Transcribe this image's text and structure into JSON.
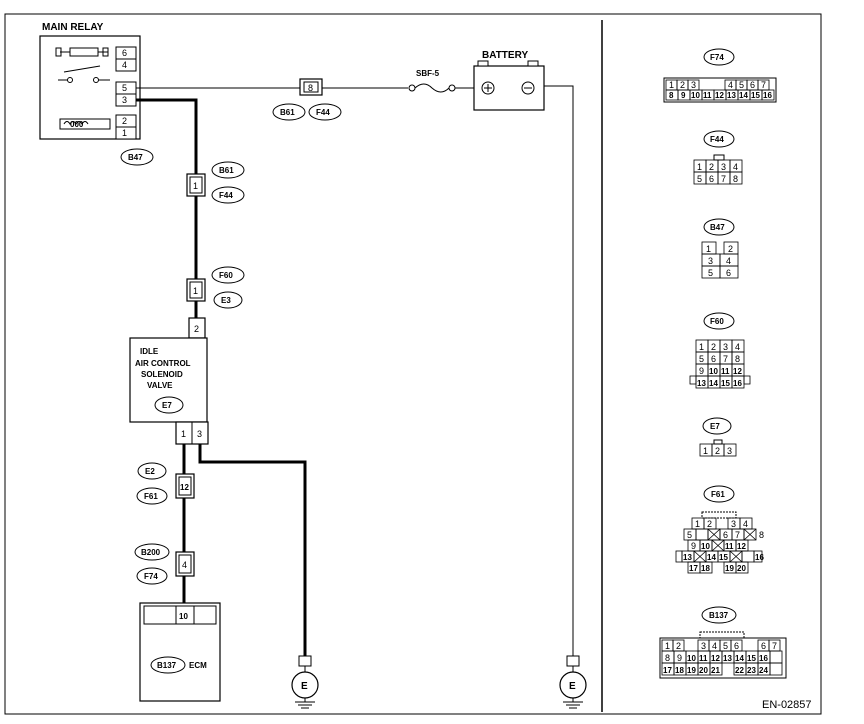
{
  "components": {
    "main_relay": "MAIN RELAY",
    "battery": "BATTERY",
    "fuse": "SBF-5",
    "iac_line1": "IDLE",
    "iac_line2": "AIR CONTROL",
    "iac_line3": "SOLENOID",
    "iac_line4": "VALVE",
    "ecm": "ECM",
    "ground": "E"
  },
  "connector_tags": {
    "b47": "B47",
    "b61_top": "B61",
    "f44_top": "F44",
    "b61_mid": "B61",
    "f44_mid": "F44",
    "f60": "F60",
    "e3": "E3",
    "e7": "E7",
    "e2": "E2",
    "f61": "F61",
    "b200": "B200",
    "f74": "F74",
    "b137": "B137"
  },
  "pins": {
    "relay": [
      "6",
      "4",
      "5",
      "3",
      "2",
      "1"
    ],
    "fuse_conn": "8",
    "b61_f44": "1",
    "f60_e3": "1",
    "iac_in": "2",
    "iac_out_a": "1",
    "iac_out_b": "3",
    "e2_f61": "12",
    "b200_f74": "4",
    "ecm_pin": "10"
  },
  "legend": {
    "f74": {
      "tag": "F74",
      "row1": [
        "1",
        "2",
        "3",
        "",
        "4",
        "5",
        "6",
        "7"
      ],
      "row2": [
        "8",
        "9",
        "10",
        "11",
        "12",
        "13",
        "14",
        "15",
        "16"
      ]
    },
    "f44": {
      "tag": "F44",
      "row1": [
        "1",
        "2",
        "3",
        "4"
      ],
      "row2": [
        "5",
        "6",
        "7",
        "8"
      ]
    },
    "b47": {
      "tag": "B47",
      "rows": [
        [
          "1",
          "2"
        ],
        [
          "3",
          "4"
        ],
        [
          "5",
          "6"
        ]
      ]
    },
    "f60": {
      "tag": "F60",
      "rows": [
        [
          "1",
          "2",
          "3",
          "4"
        ],
        [
          "5",
          "6",
          "7",
          "8"
        ],
        [
          "9",
          "10",
          "11",
          "12"
        ],
        [
          "13",
          "14",
          "15",
          "16"
        ]
      ]
    },
    "e7": {
      "tag": "E7",
      "row1": [
        "1",
        "2",
        "3"
      ]
    },
    "f61": {
      "tag": "F61",
      "rows": [
        [
          "1",
          "2",
          "",
          "3",
          "4"
        ],
        [
          "5",
          "",
          "6",
          "7",
          "",
          "8"
        ],
        [
          "9",
          "10",
          "",
          "11",
          "12"
        ],
        [
          "13",
          "",
          "14",
          "15",
          "",
          "16"
        ],
        [
          "17",
          "18",
          "",
          "19",
          "20"
        ]
      ]
    },
    "b137": {
      "tag": "B137",
      "row1": [
        "1",
        "2",
        "",
        "3",
        "4",
        "5",
        "6",
        "",
        "",
        "6",
        "7"
      ],
      "row2": [
        "8",
        "9",
        "10",
        "11",
        "12",
        "13",
        "14",
        "15",
        "16"
      ],
      "row3": [
        "17",
        "18",
        "19",
        "20",
        "21",
        "",
        "22",
        "23",
        "24"
      ]
    }
  },
  "figure_code": "EN-02857"
}
